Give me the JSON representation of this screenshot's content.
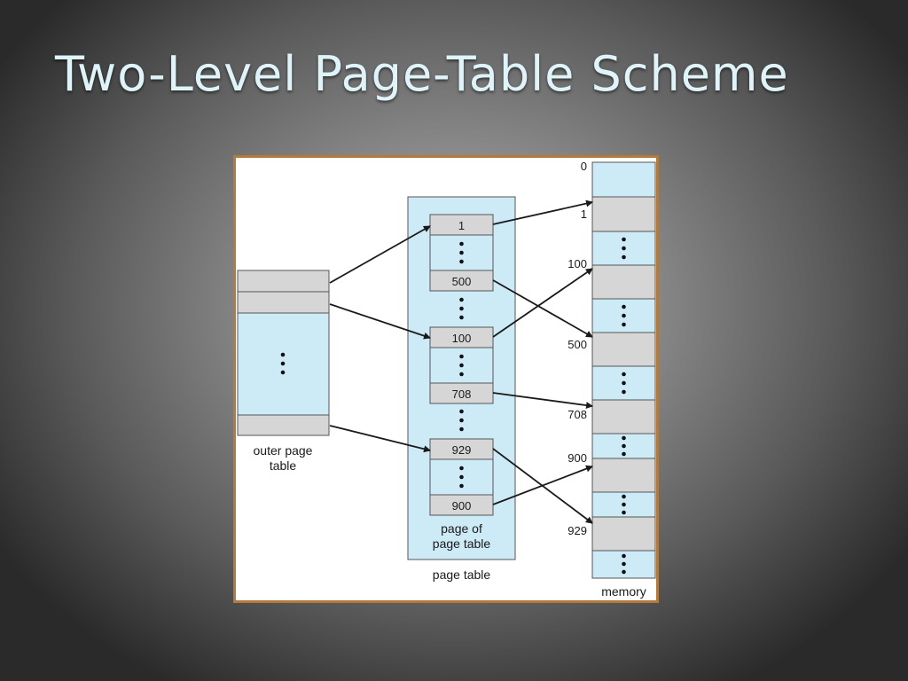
{
  "slide": {
    "title": "Two-Level Page-Table Scheme"
  },
  "figure": {
    "outer_table_label": [
      "outer page",
      "table"
    ],
    "inner_page_label": [
      "page of",
      "page table"
    ],
    "page_table_label": "page table",
    "memory_label": "memory",
    "entries": [
      "1",
      "500",
      "100",
      "708",
      "929",
      "900"
    ],
    "memory_addresses": [
      "0",
      "1",
      "100",
      "500",
      "708",
      "900",
      "929"
    ]
  },
  "colors": {
    "table_fill": "#cdeaf7",
    "entry_fill": "#d6d6d6",
    "frame": "#b47a3a",
    "title": "#dff4f8"
  }
}
